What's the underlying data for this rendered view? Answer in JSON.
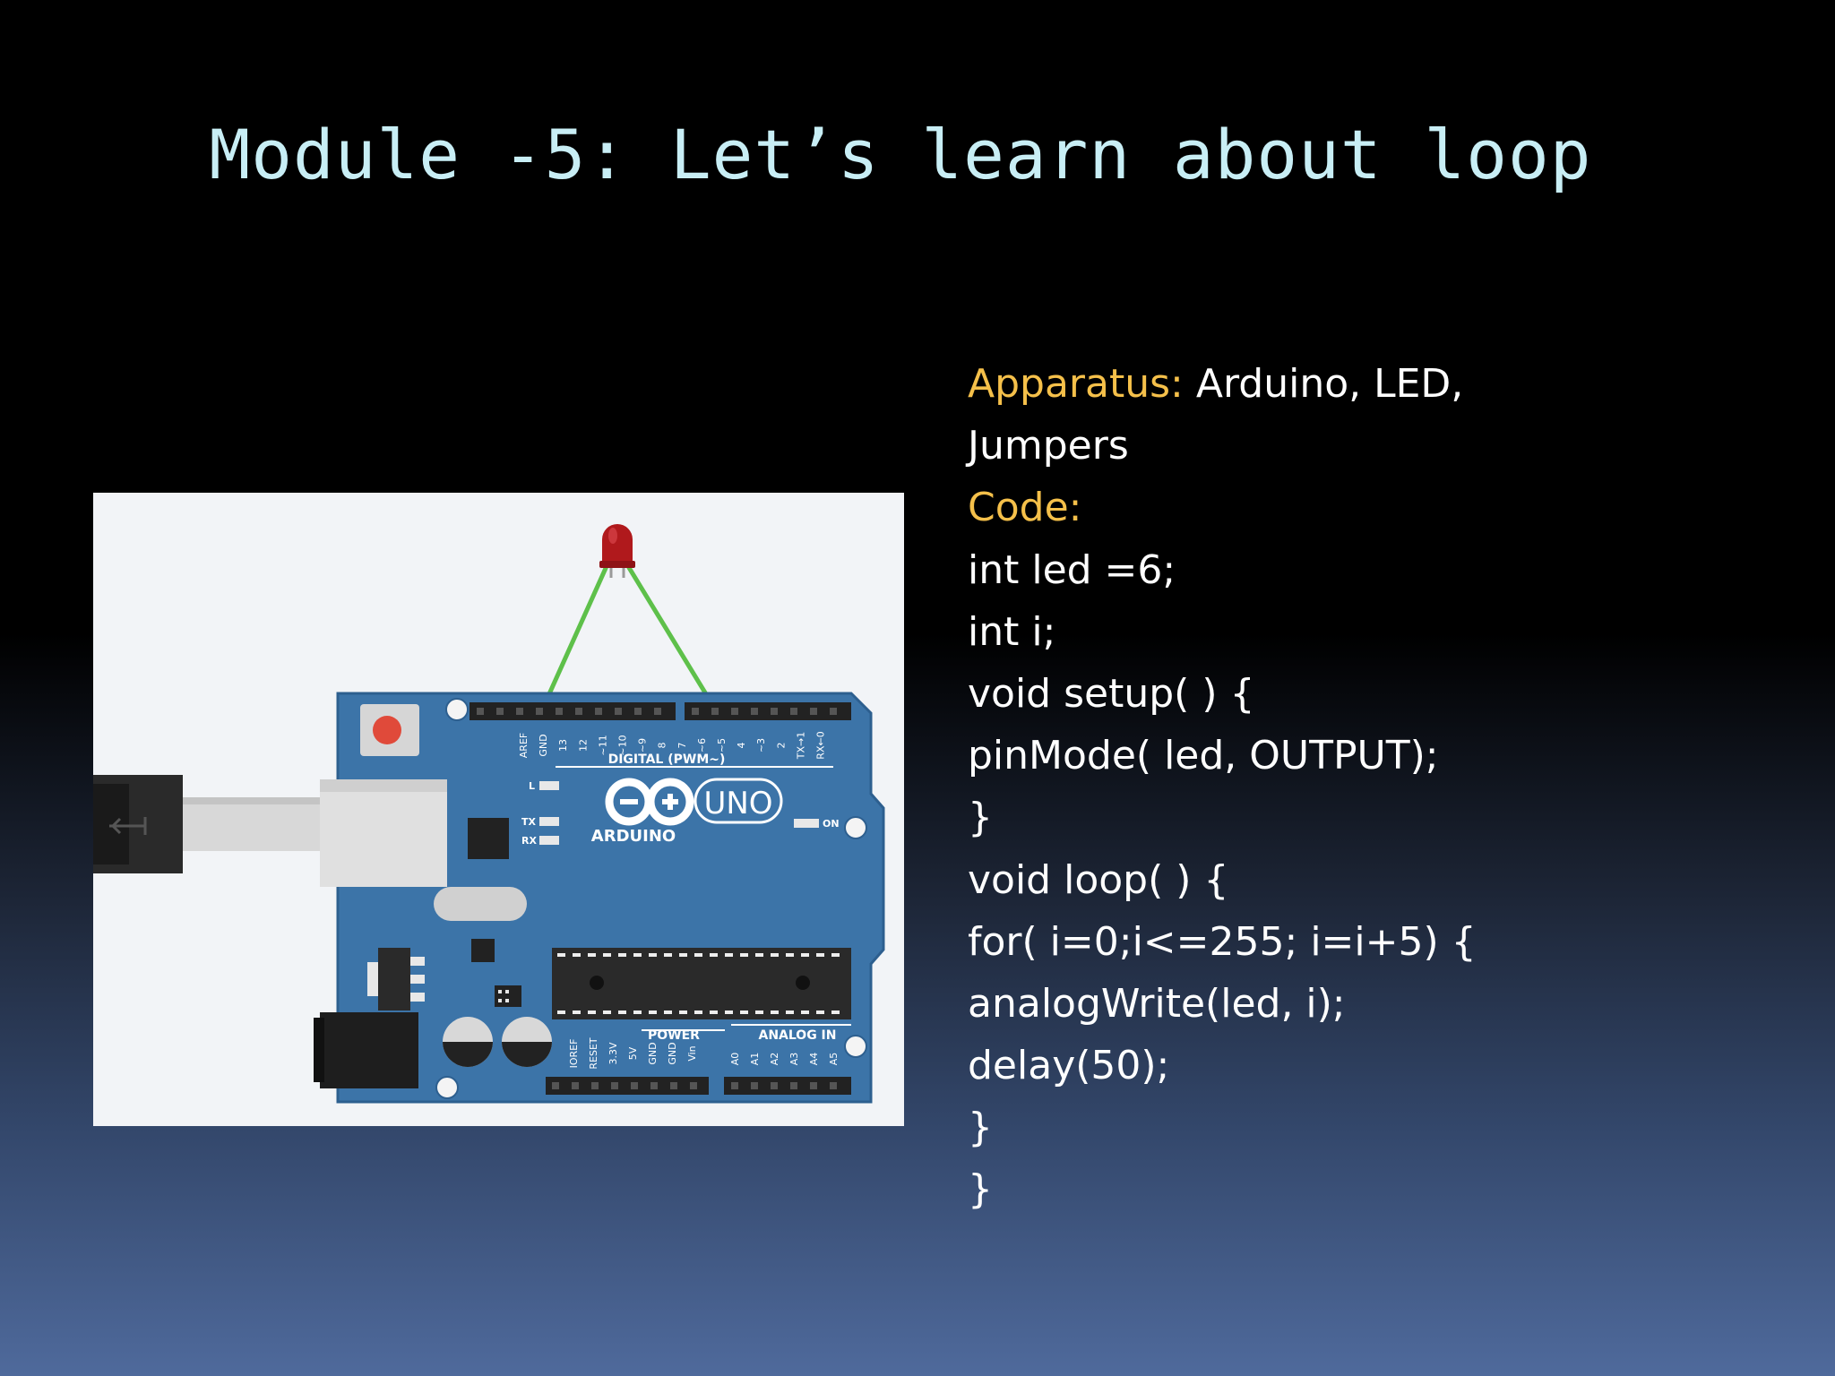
{
  "slide": {
    "title": "Module -5: Let’s learn about loop"
  },
  "apparatus": {
    "label": "Apparatus:",
    "value_line1": " Arduino, LED,",
    "value_line2": "Jumpers"
  },
  "code": {
    "label": "Code:",
    "lines": [
      "int led =6;",
      "int i;",
      "void setup( ) {",
      "pinMode( led, OUTPUT);",
      "}",
      "void loop( ) {",
      "for( i=0;i<=255; i=i+5) {",
      "analogWrite(led, i);",
      "delay(50);",
      "}",
      "}"
    ]
  },
  "board": {
    "brand": "ARDUINO",
    "model": "UNO",
    "digital_header": "DIGITAL (PWM~)",
    "power_header": "POWER",
    "analog_header": "ANALOG IN",
    "on_label": "ON",
    "tx_label": "TX",
    "rx_label": "RX",
    "l_label": "L",
    "digital_pins": [
      "AREF",
      "GND",
      "13",
      "12",
      "~11",
      "~10",
      "~9",
      "8",
      "7",
      "~6",
      "~5",
      "4",
      "~3",
      "2",
      "TX→1",
      "RX←0"
    ],
    "power_pins": [
      "IOREF",
      "RESET",
      "3.3V",
      "5V",
      "GND",
      "GND",
      "Vin"
    ],
    "analog_pins": [
      "A0",
      "A1",
      "A2",
      "A3",
      "A4",
      "A5"
    ],
    "board_color": "#3c74a8",
    "led_color": "#b0191c",
    "wire_color": "#5ec04a"
  }
}
